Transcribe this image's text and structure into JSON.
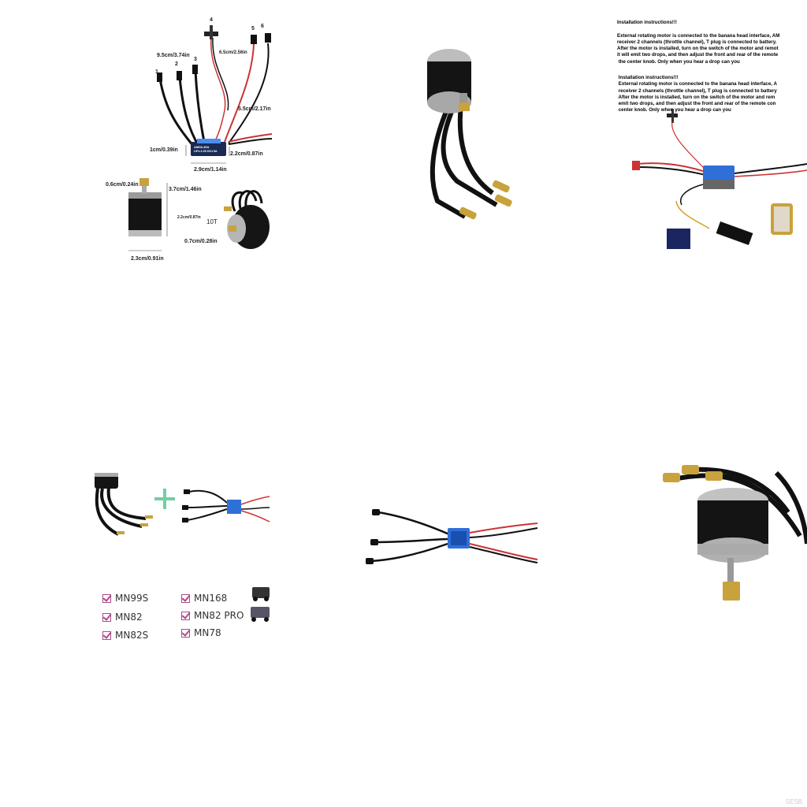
{
  "spec_panel": {
    "callouts": [
      "1",
      "2",
      "3",
      "4",
      "5",
      "6"
    ],
    "dimensions": {
      "lead_long": "9.5cm/3.74in",
      "lead_servo": "6.5cm/2.56in",
      "lead_power": "5.5cm/2.17in",
      "esc_height": "1cm/0.39in",
      "esc_depth": "2.2cm/0.87in",
      "esc_width": "2.9cm/1.14in",
      "shaft": "0.6cm/0.24in",
      "motor_length": "3.7cm/1.46in",
      "motor_dia": "2.2cm/0.87in",
      "pinion": "0.7cm/0.28in",
      "motor_base": "2.3cm/0.91in",
      "teeth": "10T"
    },
    "esc_label_1": "AM08-45A",
    "esc_label_2": "LiPo 2-3S  6V/1.5A"
  },
  "instructions": {
    "block_1": "Installation instructions!!!\n\nExternal rotating motor is connected to the banana head interface, AM\nreceiver 2 channels (throttle channel), T plug is connected to battery.\nAfter the motor is installed, turn on the switch of the motor and remot\nit will emit two drops, and then adjust the front and rear of the remote\n the center knob. Only when you hear a drop can you",
    "block_2": " Installation instructions!!!\n External rotating motor is connected to the banana head interface, A\n receiver 2 channels (throttle channel), T plug is connected to battery\n After the motor is installed, turn on the switch of the motor and rem\n emit two drops, and then adjust the front and rear of the remote con\n center knob. Only when you hear a drop can you"
  },
  "combo_panel": {
    "plus_color": "#6fd0a0",
    "models_left": [
      "MN99S",
      "MN82",
      "MN82S"
    ],
    "models_right": [
      "MN168",
      "MN82 PRO",
      "MN78"
    ]
  },
  "colors": {
    "esc_blue": "#2f6fd8",
    "motor_black": "#141414",
    "brass": "#c8a23c",
    "wire_red": "#d43a3a",
    "check_magenta": "#b04a8a"
  },
  "watermark": "SESB"
}
